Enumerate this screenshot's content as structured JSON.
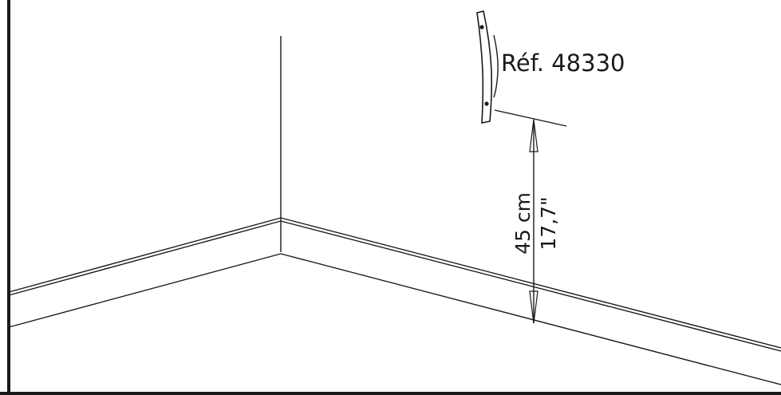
{
  "diagram": {
    "part_reference": "Réf. 48330",
    "height_metric": "45 cm",
    "height_imperial": "17,7\""
  },
  "colors": {
    "line": "#1a1a1a",
    "background": "#ffffff"
  }
}
